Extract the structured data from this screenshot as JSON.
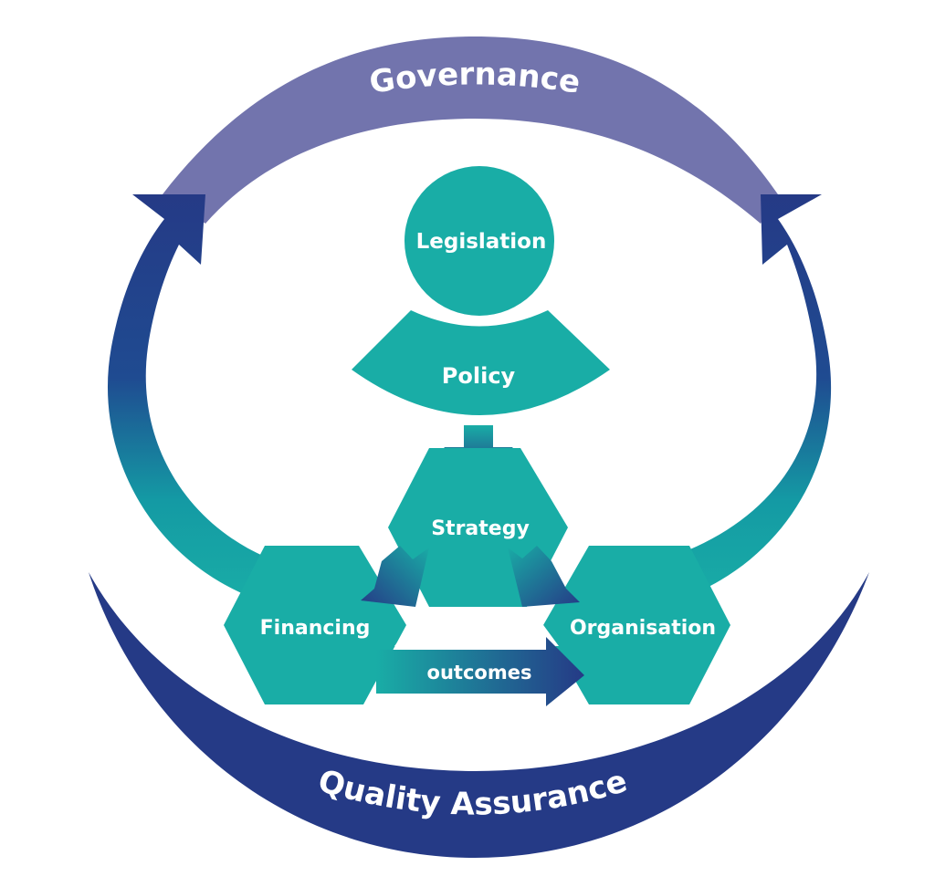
{
  "diagram": {
    "governance": "Governance",
    "quality_assurance": "Quality Assurance",
    "legislation": "Legislation",
    "policy": "Policy",
    "strategy": "Strategy",
    "financing": "Financing",
    "organisation": "Organisation",
    "outcomes": "outcomes"
  },
  "colors": {
    "teal": "#19ada6",
    "navy": "#253a86",
    "purple": "#7274ad",
    "white": "#ffffff"
  }
}
